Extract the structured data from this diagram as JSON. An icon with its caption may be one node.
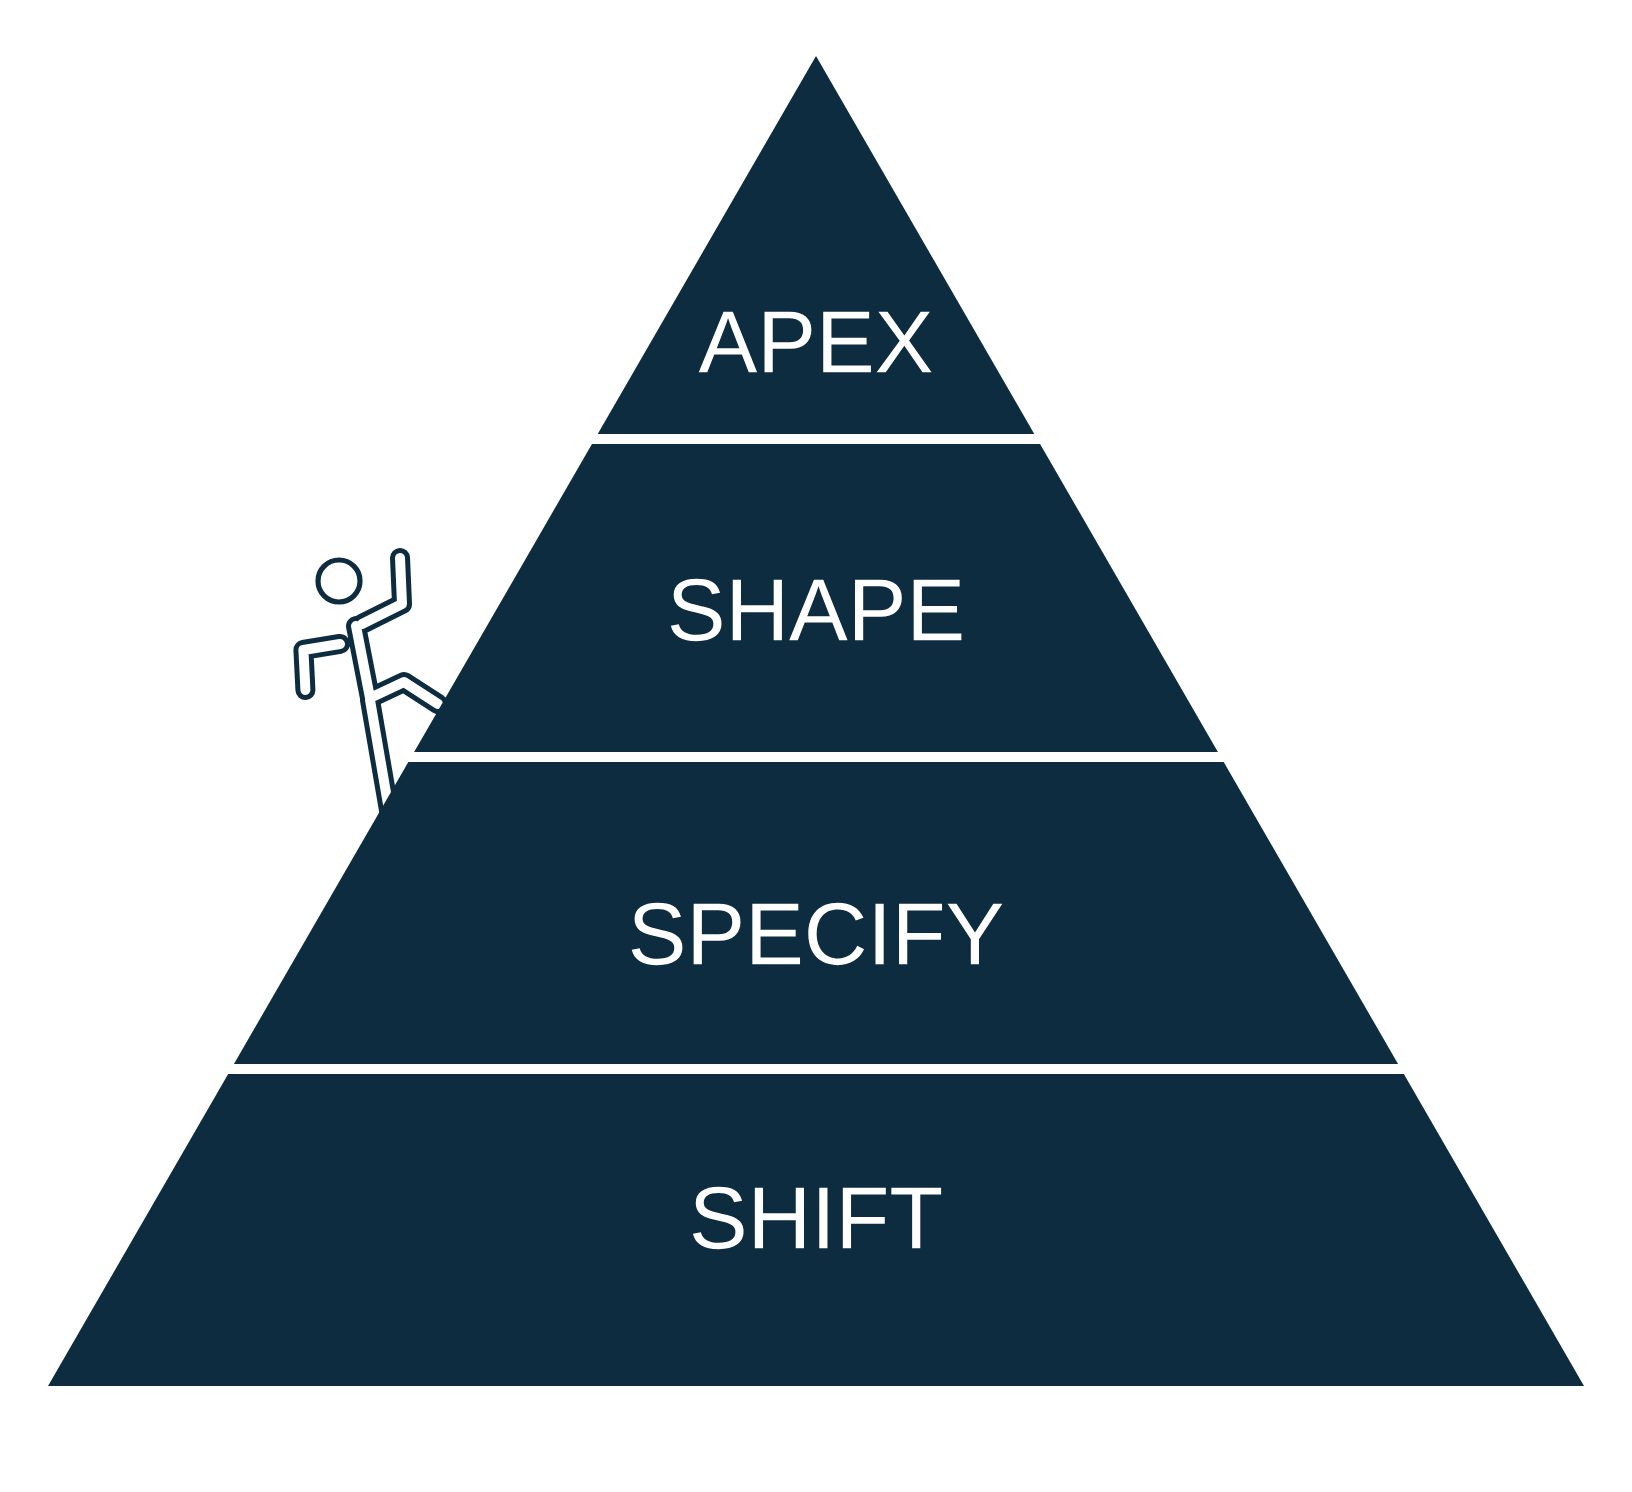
{
  "diagram": {
    "nodes": [
      {
        "text": [
          "APEX"
        ]
      },
      {
        "text": [
          "SHAPE"
        ]
      },
      {
        "text": [
          "SPECIFY"
        ]
      },
      {
        "text": [
          "SHIFT"
        ]
      }
    ]
  }
}
